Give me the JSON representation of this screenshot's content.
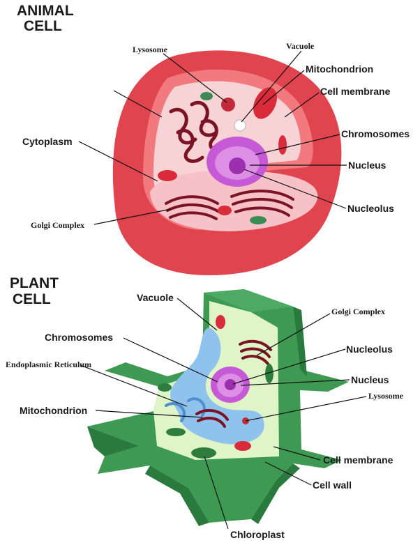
{
  "animal": {
    "title_line1": "ANIMAL",
    "title_line2": "CELL",
    "labels": {
      "lysosome": "Lysosome",
      "vacuole": "Vacuole",
      "mitochondrion": "Mitochondrion",
      "cell_membrane": "Cell membrane",
      "cytoplasm": "Cytoplasm",
      "chromosomes": "Chromosomes",
      "nucleus": "Nucleus",
      "nucleolus": "Nucleolus",
      "golgi_complex": "Golgi Complex"
    },
    "colors": {
      "outer": "#e0454f",
      "membrane": "#f27a7e",
      "interior": "#f7d3d6",
      "nucleus": "#c65ad6",
      "organelle": "#8a1c2c"
    }
  },
  "plant": {
    "title_line1": "PLANT",
    "title_line2": "CELL",
    "labels": {
      "vacuole": "Vacuole",
      "golgi_complex": "Golgi Complex",
      "chromosomes": "Chromosomes",
      "nucleolus": "Nucleolus",
      "endoplasmic_reticulum": "Endoplasmic Reticulum",
      "nucleus": "Nucleus",
      "lysosome": "Lysosome",
      "mitochondrion": "Mitochondrion",
      "cell_membrane": "Cell membrane",
      "cell_wall": "Cell wall",
      "chloroplast": "Chloroplast"
    },
    "colors": {
      "wall": "#3e9a52",
      "wall_dark": "#2a7a3e",
      "interior": "#dff5c8",
      "vacuole": "#8fc3ee",
      "nucleus": "#c65ad6",
      "organelle": "#8a1c2c"
    }
  }
}
